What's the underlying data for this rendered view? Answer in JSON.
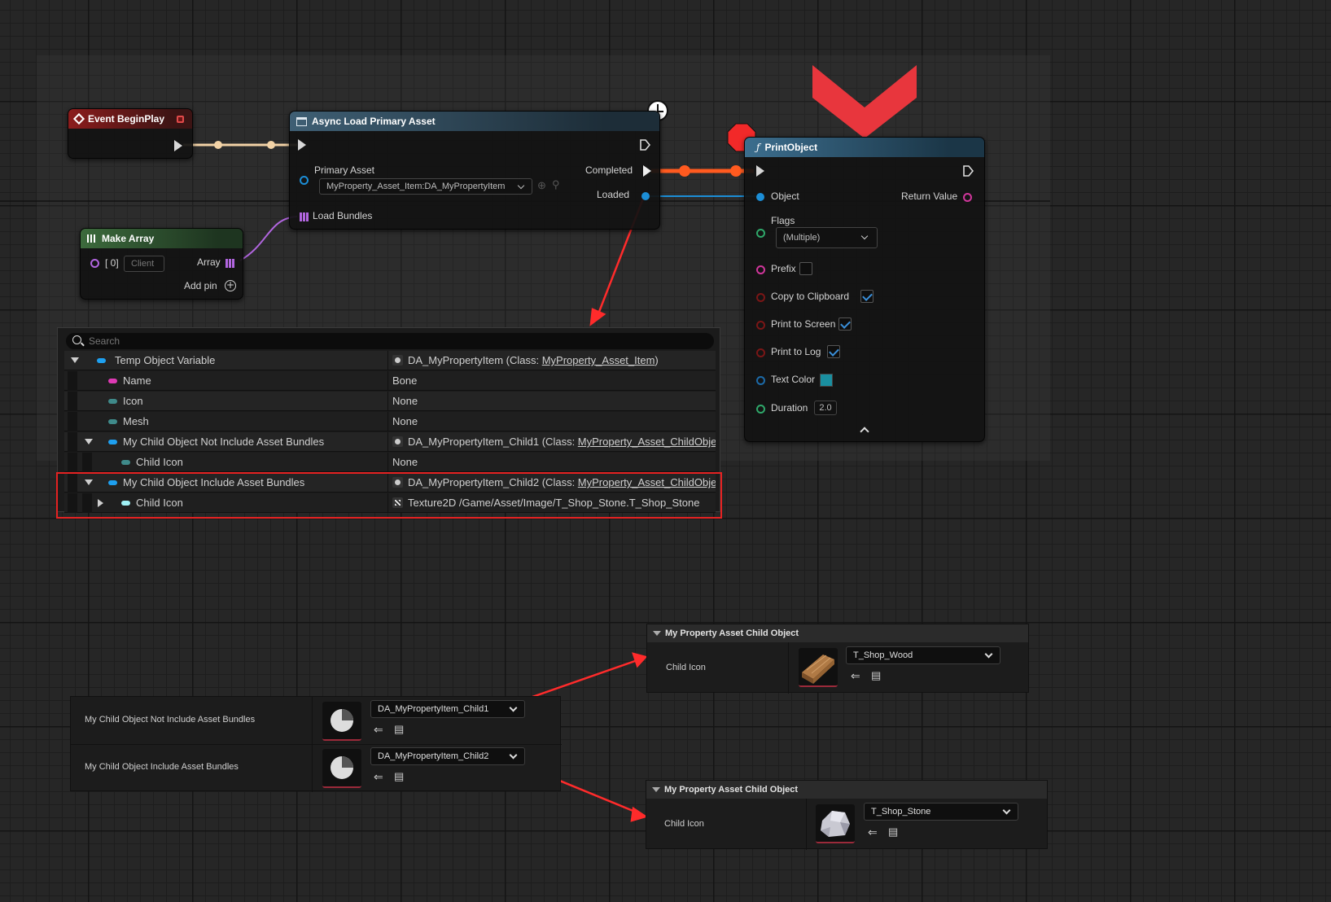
{
  "nodes": {
    "event": {
      "title": "Event BeginPlay"
    },
    "async": {
      "title": "Async Load Primary Asset",
      "primary_asset_label": "Primary Asset",
      "primary_asset_value": "MyProperty_Asset_Item:DA_MyPropertyItem",
      "load_bundles_label": "Load Bundles",
      "completed_label": "Completed",
      "loaded_label": "Loaded"
    },
    "make_array": {
      "title": "Make Array",
      "index_label": "[ 0]",
      "index_value": "Client",
      "array_label": "Array",
      "add_pin_label": "Add pin"
    },
    "print": {
      "title": "PrintObject",
      "object_label": "Object",
      "return_label": "Return Value",
      "flags_label": "Flags",
      "flags_value": "(Multiple)",
      "prefix_label": "Prefix",
      "copy_label": "Copy to Clipboard",
      "screen_label": "Print to Screen",
      "log_label": "Print to Log",
      "text_color_label": "Text Color",
      "text_color": "#1a8fa0",
      "duration_label": "Duration",
      "duration_value": "2.0",
      "prefix_checked": false,
      "copy_checked": true,
      "screen_checked": true,
      "log_checked": true
    }
  },
  "tree": {
    "search_placeholder": "Search",
    "rows": [
      {
        "name": "Temp Object Variable",
        "value_prefix": "DA_MyPropertyItem (Class: ",
        "value_link": "MyProperty_Asset_Item",
        "value_suffix": ")"
      },
      {
        "name": "Name",
        "value": "Bone"
      },
      {
        "name": "Icon",
        "value": "None"
      },
      {
        "name": "Mesh",
        "value": "None"
      },
      {
        "name": "My Child Object Not Include Asset Bundles",
        "value_prefix": "DA_MyPropertyItem_Child1 (Class: ",
        "value_link": "MyProperty_Asset_ChildObje"
      },
      {
        "name": "Child Icon",
        "value": "None"
      },
      {
        "name": "My Child Object Include Asset Bundles",
        "value_prefix": "DA_MyPropertyItem_Child2 (Class: ",
        "value_link": "MyProperty_Asset_ChildObje"
      },
      {
        "name": "Child Icon",
        "value": "Texture2D /Game/Asset/Image/T_Shop_Stone.T_Shop_Stone"
      }
    ]
  },
  "details_left": {
    "rows": [
      {
        "label": "My Child Object Not Include Asset Bundles",
        "value": "DA_MyPropertyItem_Child1"
      },
      {
        "label": "My Child Object Include Asset Bundles",
        "value": "DA_MyPropertyItem_Child2"
      }
    ]
  },
  "details_wood": {
    "header": "My Property Asset Child Object",
    "label": "Child Icon",
    "value": "T_Shop_Wood"
  },
  "details_stone": {
    "header": "My Property Asset Child Object",
    "label": "Child Icon",
    "value": "T_Shop_Stone"
  },
  "colors": {
    "exec_wire": "#f2d2a6",
    "active_wire": "#ff5a1f",
    "object_wire": "#1c8ed6",
    "array_wire": "#b266e0",
    "annotation": "#ff2b2b"
  }
}
